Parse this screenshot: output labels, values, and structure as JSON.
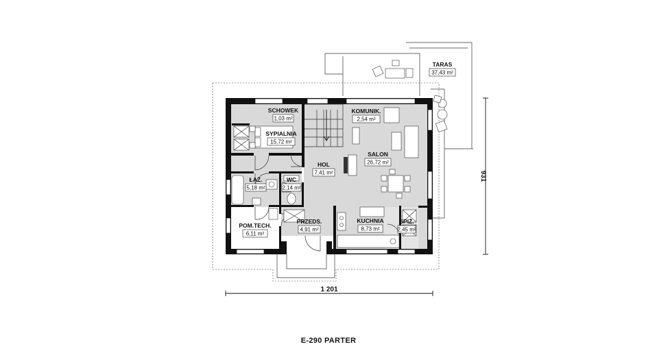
{
  "plan_caption": "E-290 PARTER",
  "dimensions": {
    "width": "1 201",
    "depth": "931"
  },
  "rooms": [
    {
      "id": "taras",
      "name": "TARAS",
      "area": "37,43 m²"
    },
    {
      "id": "schowek",
      "name": "SCHOWEK",
      "area": "1,03 m²"
    },
    {
      "id": "komunik",
      "name": "KOMUNIK.",
      "area": "2,54 m²"
    },
    {
      "id": "sypialnia",
      "name": "SYPIALNIA",
      "area": "15,72 m²"
    },
    {
      "id": "salon",
      "name": "SALON",
      "area": "26,72 m²"
    },
    {
      "id": "hol",
      "name": "HOL",
      "area": "7,41 m²"
    },
    {
      "id": "laz",
      "name": "ŁAZ.",
      "area": "5,18 m²"
    },
    {
      "id": "wc",
      "name": "WC",
      "area": "2,14 m²"
    },
    {
      "id": "przeds",
      "name": "PRZEDS.",
      "area": "4,91 m²"
    },
    {
      "id": "kuchnia",
      "name": "KUCHNIA",
      "area": "8,73 m²"
    },
    {
      "id": "spiz",
      "name": "SPIŻ.",
      "area": "2,45 m²"
    },
    {
      "id": "pomtech",
      "name": "POM.TECH.",
      "area": "6,11 m²"
    }
  ]
}
